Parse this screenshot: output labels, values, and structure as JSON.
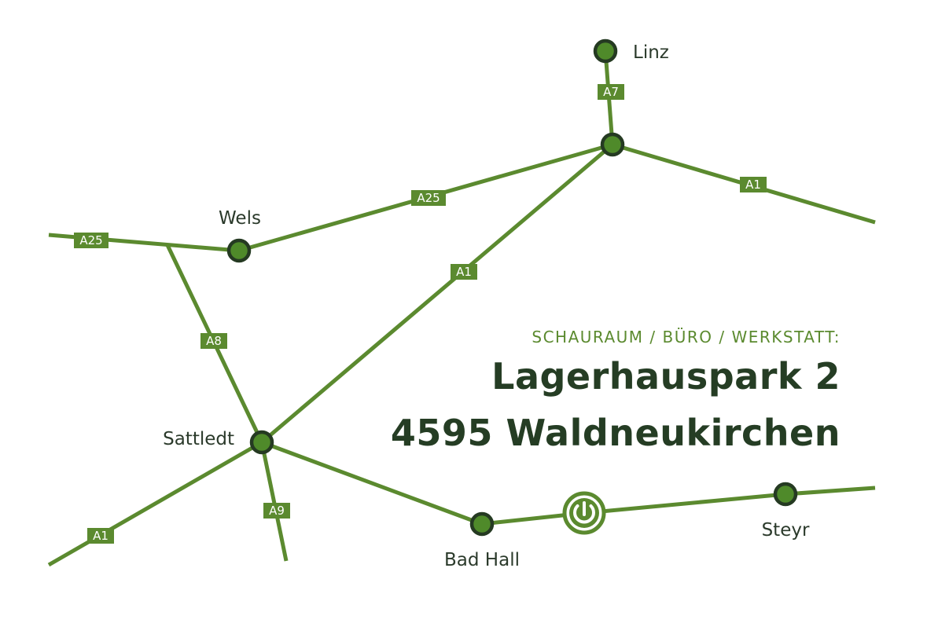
{
  "address": {
    "heading": "SCHAURAUM / BÜRO / WERKSTATT:",
    "street": "Lagerhauspark 2",
    "city": "4595 Waldneukirchen"
  },
  "cities": {
    "linz": "Linz",
    "wels": "Wels",
    "sattledt": "Sattledt",
    "bad_hall": "Bad Hall",
    "steyr": "Steyr"
  },
  "highways": {
    "a7": "A7",
    "a1_east": "A1",
    "a25_east": "A25",
    "a25_west": "A25",
    "a1_mid": "A1",
    "a8": "A8",
    "a9": "A9",
    "a1_sw": "A1"
  },
  "colors": {
    "road": "#5b8a2f",
    "node_fill": "#4f8a2a",
    "node_stroke": "#253a22",
    "heading": "#5b8a2f",
    "address": "#253d24"
  },
  "destination_marker_icon": "power-icon"
}
